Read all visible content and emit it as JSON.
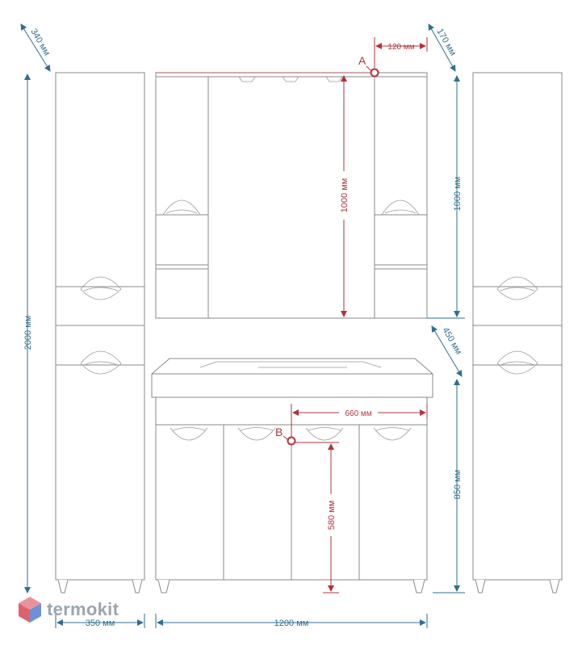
{
  "dimensions": {
    "tall_cabinet_depth": "340 мм",
    "tall_cabinet_height": "2000 мм",
    "tall_cabinet_width": "350 мм",
    "mirror_cabinet_depth": "170 мм",
    "mirror_cabinet_height_inner": "1000 мм",
    "mirror_cabinet_height_side": "1000 мм",
    "point_a_offset": "120 мм",
    "sink_depth": "450 мм",
    "vanity_height": "850 мм",
    "vanity_width": "1200 мм",
    "point_b_offset": "660 мм",
    "point_b_height": "580 мм"
  },
  "markers": {
    "a": "A",
    "b": "B"
  },
  "brand": {
    "name": "termokit"
  },
  "colors": {
    "dimension_blue": "#2f6f8f",
    "dimension_red": "#b0343c",
    "outline": "#8a8a8a"
  }
}
